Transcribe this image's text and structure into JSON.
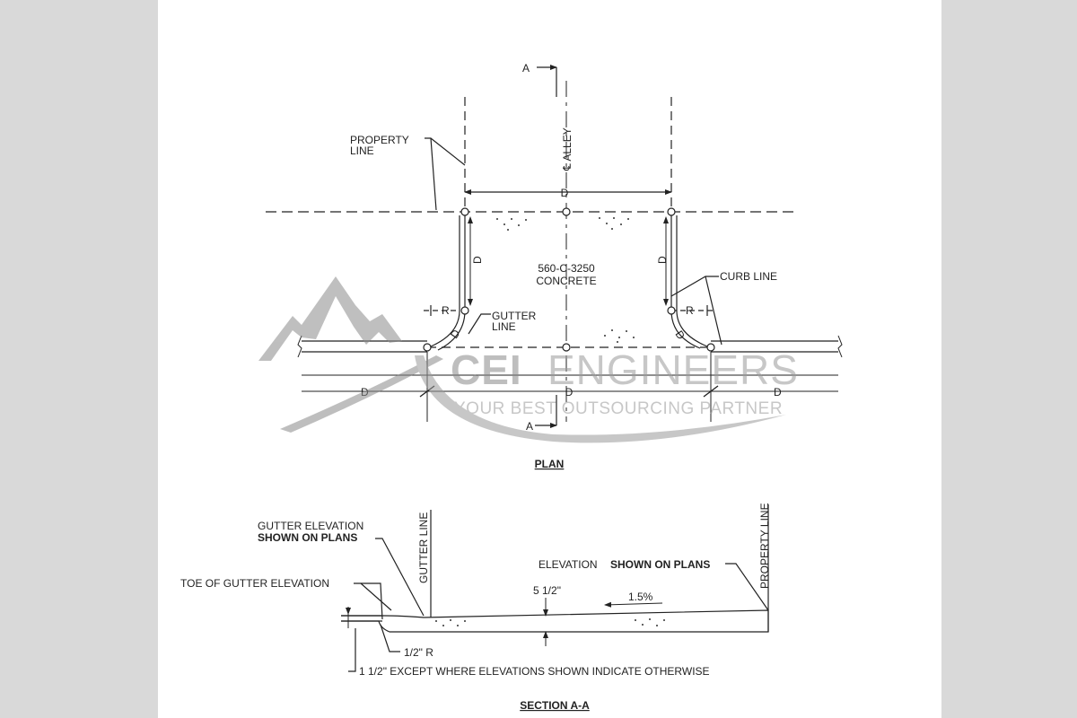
{
  "plan": {
    "title": "PLAN",
    "section_marker": "A",
    "alley_label": "℄ ALLEY",
    "property_line_1": "PROPERTY",
    "property_line_2": "LINE",
    "curb_line": "CURB LINE",
    "gutter_line_1": "GUTTER",
    "gutter_line_2": "LINE",
    "concrete_1": "560-C-3250",
    "concrete_2": "CONCRETE",
    "dim_d": "D",
    "dim_r": "R"
  },
  "section": {
    "title": "SECTION A-A",
    "gutter_elevation_1": "GUTTER ELEVATION",
    "gutter_elevation_2": "SHOWN ON PLANS",
    "toe_of_gutter": "TOE OF GUTTER ELEVATION",
    "gutter_line": "GUTTER LINE",
    "property_line": "PROPERTY LINE",
    "elevation_prefix": "ELEVATION",
    "elevation_suffix": "SHOWN ON PLANS",
    "thickness": "5 1/2\"",
    "slope": "1.5%",
    "radius": "1/2\" R",
    "note": "1 1/2\" EXCEPT WHERE ELEVATIONS SHOWN INDICATE OTHERWISE"
  },
  "watermark": {
    "brand_bold": "CEI",
    "brand_thin": "ENGINEERS",
    "tagline": "YOUR BEST OUTSOURCING PARTNER"
  },
  "colors": {
    "background": "#d9d9d9",
    "sheet": "#ffffff",
    "ink": "#222222",
    "watermark": "#8a8a8a"
  }
}
